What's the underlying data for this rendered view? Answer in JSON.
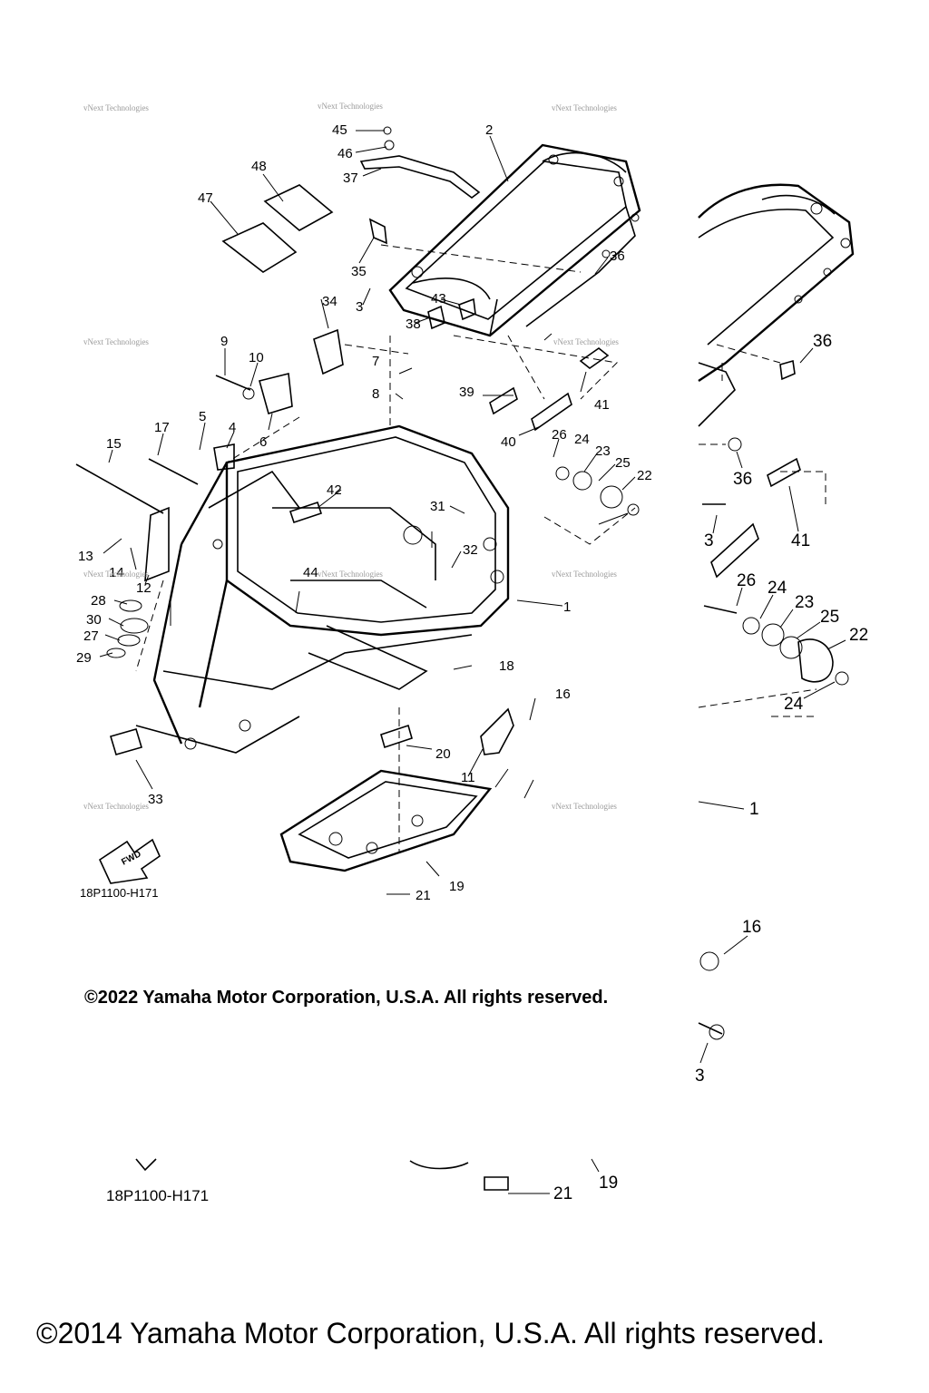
{
  "diagram": {
    "callouts": [
      "1",
      "2",
      "3",
      "4",
      "5",
      "6",
      "7",
      "8",
      "9",
      "10",
      "11",
      "12",
      "13",
      "14",
      "15",
      "16",
      "17",
      "18",
      "19",
      "20",
      "21",
      "22",
      "23",
      "24",
      "25",
      "26",
      "27",
      "28",
      "29",
      "30",
      "31",
      "32",
      "33",
      "34",
      "35",
      "36",
      "37",
      "38",
      "39",
      "40",
      "41",
      "42",
      "43",
      "44",
      "45",
      "46",
      "47",
      "48"
    ],
    "fwd_label": "FWD",
    "watermark": "vNext Technologies"
  },
  "inset_callouts": [
    "36",
    "36",
    "41",
    "3",
    "26",
    "24",
    "23",
    "25",
    "22",
    "24",
    "1",
    "16",
    "3",
    "21",
    "19"
  ],
  "drawing_code": "18P1100-H171",
  "drawing_code_repeat": "18P1100-H171",
  "copyright_2022": "©2022 Yamaha Motor Corporation, U.S.A. All rights reserved.",
  "copyright_2014": "©2014 Yamaha Motor Corporation, U.S.A. All rights reserved."
}
